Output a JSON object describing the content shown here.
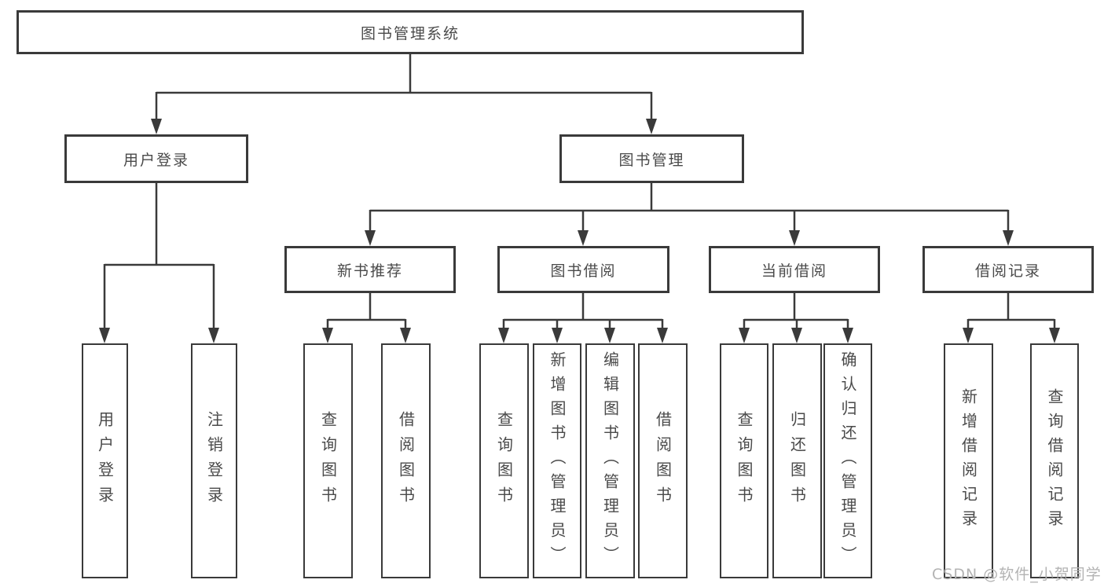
{
  "diagram": {
    "title": "图书管理系统",
    "root": {
      "label": "图书管理系统"
    },
    "level2": [
      {
        "label": "用户登录"
      },
      {
        "label": "图书管理"
      }
    ],
    "level3": [
      {
        "label": "新书推荐",
        "parent": "图书管理"
      },
      {
        "label": "图书借阅",
        "parent": "图书管理"
      },
      {
        "label": "当前借阅",
        "parent": "图书管理"
      },
      {
        "label": "借阅记录",
        "parent": "图书管理"
      }
    ],
    "leaves": [
      {
        "label": "用户登录",
        "parent": "用户登录"
      },
      {
        "label": "注销登录",
        "parent": "用户登录"
      },
      {
        "label": "查询图书",
        "parent": "新书推荐"
      },
      {
        "label": "借阅图书",
        "parent": "新书推荐"
      },
      {
        "label": "查询图书",
        "parent": "图书借阅"
      },
      {
        "label": "新增图书（管理员）",
        "parent": "图书借阅"
      },
      {
        "label": "编辑图书（管理员）",
        "parent": "图书借阅"
      },
      {
        "label": "借阅图书",
        "parent": "图书借阅"
      },
      {
        "label": "查询图书",
        "parent": "当前借阅"
      },
      {
        "label": "归还图书",
        "parent": "当前借阅"
      },
      {
        "label": "确认归还（管理员）",
        "parent": "当前借阅"
      },
      {
        "label": "新增借阅记录",
        "parent": "借阅记录"
      },
      {
        "label": "查询借阅记录",
        "parent": "借阅记录"
      }
    ],
    "watermark": "CSDN @软件_小贺同学",
    "colors": {
      "line": "#3a3a3a",
      "border": "#3a3a3a",
      "text": "#4a4a4a",
      "watermark": "#b3b3b3",
      "background": "#ffffff"
    }
  }
}
